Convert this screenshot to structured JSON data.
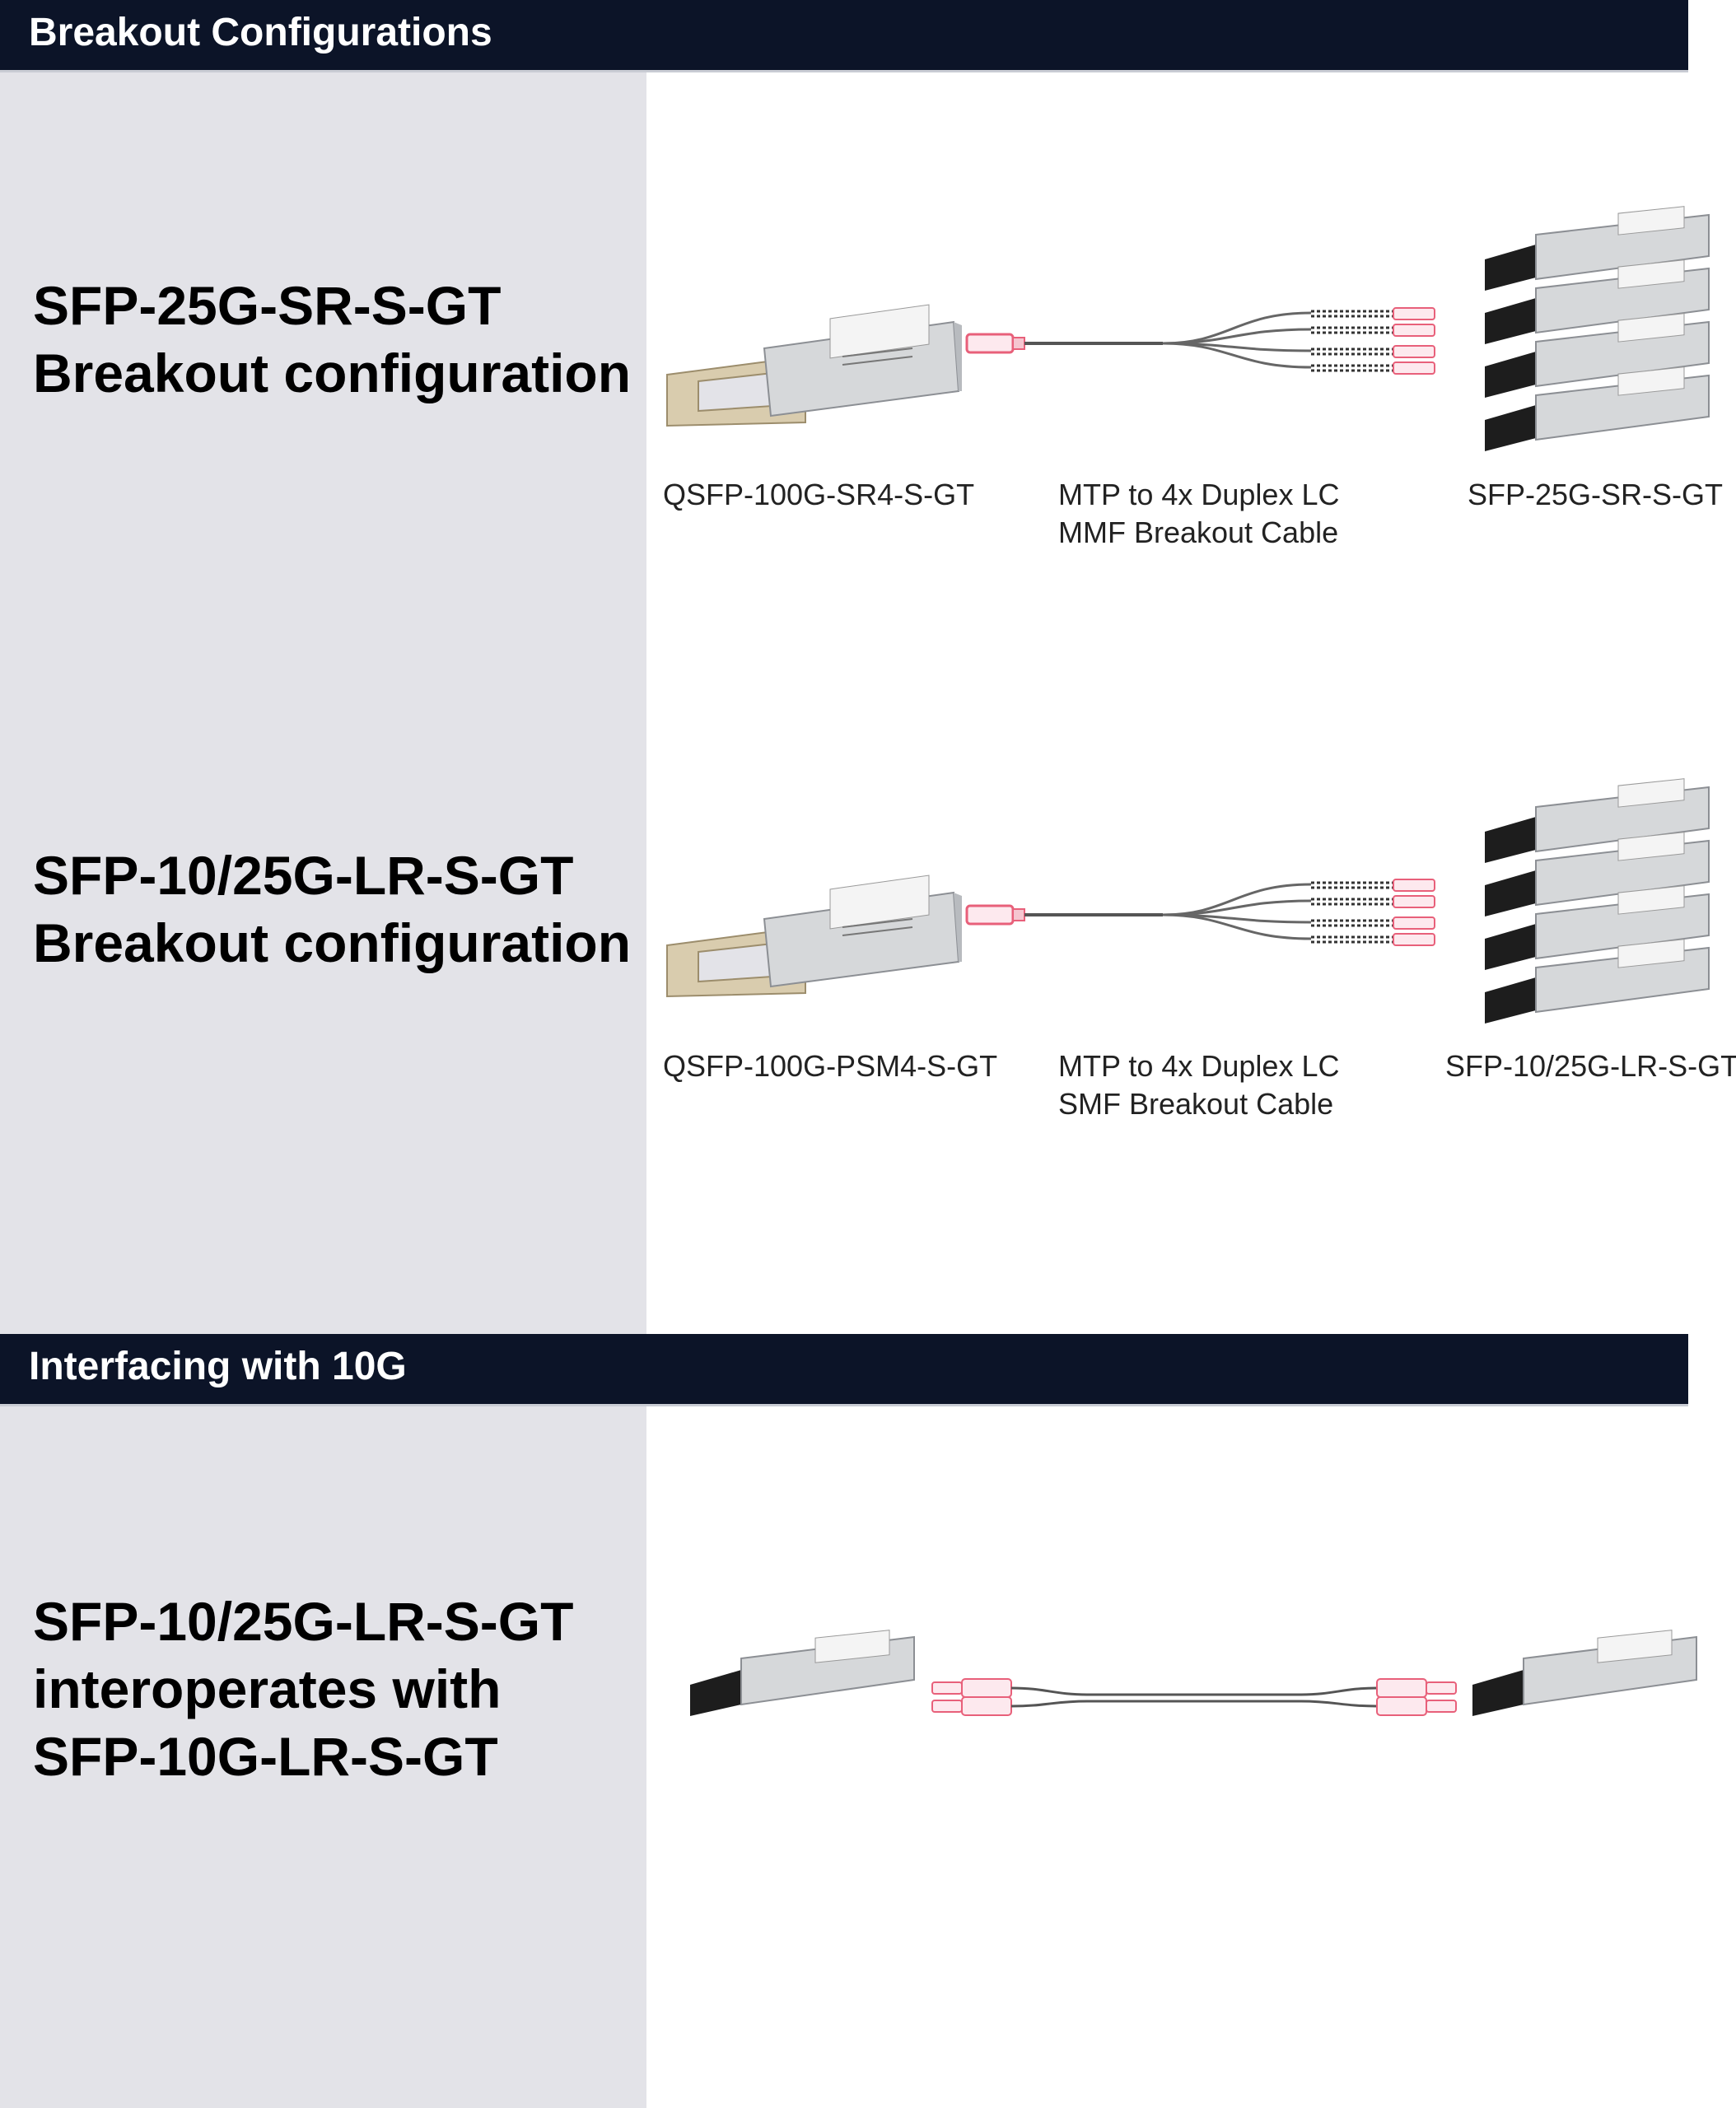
{
  "sections": [
    {
      "title": "Breakout Configurations"
    },
    {
      "title": "Interfacing with 10G"
    }
  ],
  "config1": {
    "heading": [
      "SFP-25G-SR-S-GT",
      "Breakout configuration"
    ],
    "left_label": "QSFP-100G-SR4-S-GT",
    "cable_label": [
      "MTP to 4x Duplex LC",
      "MMF Breakout Cable"
    ],
    "right_label": "SFP-25G-SR-S-GT"
  },
  "config2": {
    "heading": [
      "SFP-10/25G-LR-S-GT",
      "Breakout configuration"
    ],
    "left_label": "QSFP-100G-PSM4-S-GT",
    "cable_label": [
      "MTP to 4x Duplex LC",
      "SMF Breakout Cable"
    ],
    "right_label": "SFP-10/25G-LR-S-GT"
  },
  "config3": {
    "heading": [
      "SFP-10/25G-LR-S-GT",
      "interoperates with",
      "SFP-10G-LR-S-GT"
    ]
  },
  "colors": {
    "band": "#0c1428",
    "panel": "#e3e3e8",
    "connector": "#e8607a",
    "pull_tab": "#d9ccae",
    "module": "#d6d8da"
  },
  "icons": [
    "qsfp-module-icon",
    "sfp-module-icon",
    "breakout-cable-icon",
    "duplex-patch-cable-icon"
  ]
}
